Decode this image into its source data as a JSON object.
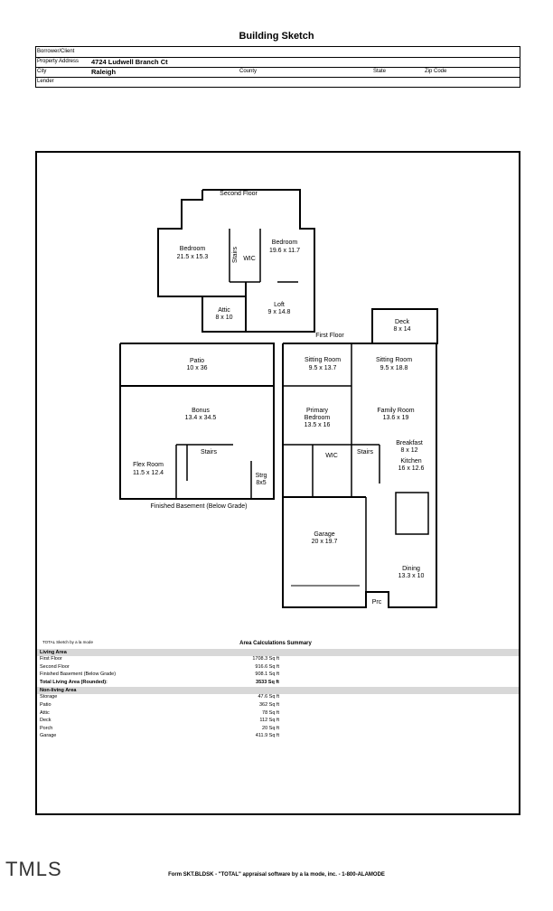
{
  "doc_title": "Building Sketch",
  "header": {
    "borrower_label": "Borrower/Client",
    "address_label": "Property Address",
    "address_value": "4724 Ludwell Branch Ct",
    "city_label": "City",
    "city_value": "Raleigh",
    "county_label": "County",
    "state_label": "State",
    "zip_label": "Zip Code",
    "lender_label": "Lender"
  },
  "sketch": {
    "second_floor_label": "Second Floor",
    "first_floor_label": "First Floor",
    "basement_label": "Finished Basement (Below Grade)",
    "rooms": {
      "bedroom_left": [
        "Bedroom",
        "21.5 x 15.3"
      ],
      "bedroom_right": [
        "Bedroom",
        "19.6 x 11.7"
      ],
      "stairs_up": [
        "Stairs"
      ],
      "wic_up": [
        "WIC"
      ],
      "attic": [
        "Attic",
        "8 x 10"
      ],
      "loft": [
        "Loft",
        "9 x 14.8"
      ],
      "deck": [
        "Deck",
        "8 x 14"
      ],
      "patio": [
        "Patio",
        "10 x 36"
      ],
      "bonus": [
        "Bonus",
        "13.4 x 34.5"
      ],
      "stairs_base": [
        "Stairs"
      ],
      "flex": [
        "Flex Room",
        "11.5 x 12.4"
      ],
      "strg": [
        "Strg",
        "8x5"
      ],
      "sit1": [
        "Sitting Room",
        "9.5 x 13.7"
      ],
      "sit2": [
        "Sitting Room",
        "9.5 x 18.8"
      ],
      "primary": [
        "Primary",
        "Bedroom",
        "13.5 x 16"
      ],
      "family": [
        "Family Room",
        "13.6 x 19"
      ],
      "wic_main": [
        "WIC"
      ],
      "stairs_main": [
        "Stairs"
      ],
      "breakfast": [
        "Breakfast",
        "8 x 12"
      ],
      "kitchen": [
        "Kitchen",
        "16 x 12.6"
      ],
      "garage": [
        "Garage",
        "20 x 19.7"
      ],
      "dining": [
        "Dining",
        "13.3 x 10"
      ],
      "prc": [
        "Prc"
      ]
    }
  },
  "summary": {
    "small_note": "TOTAL Sketch by a la mode",
    "title": "Area Calculations Summary",
    "living_header": "Living Area",
    "living": [
      {
        "k": "First Floor",
        "v": "1708.3 Sq ft"
      },
      {
        "k": "Second Floor",
        "v": "916.6 Sq ft"
      },
      {
        "k": "Finished Basement (Below Grade)",
        "v": "908.1 Sq ft"
      }
    ],
    "total_label": "Total Living Area (Rounded):",
    "total_value": "3533 Sq ft",
    "nonliving_header": "Non-living Area",
    "nonliving": [
      {
        "k": "Storage",
        "v": "47.6 Sq ft"
      },
      {
        "k": "Patio",
        "v": "362 Sq ft"
      },
      {
        "k": "Attic",
        "v": "78 Sq ft"
      },
      {
        "k": "Deck",
        "v": "112 Sq ft"
      },
      {
        "k": "Porch",
        "v": "20 Sq ft"
      },
      {
        "k": "Garage",
        "v": "411.9 Sq ft"
      }
    ]
  },
  "footer": "Form SKT.BLDSK - \"TOTAL\" appraisal software by a la mode, inc. - 1-800-ALAMODE",
  "watermark": "TMLS"
}
